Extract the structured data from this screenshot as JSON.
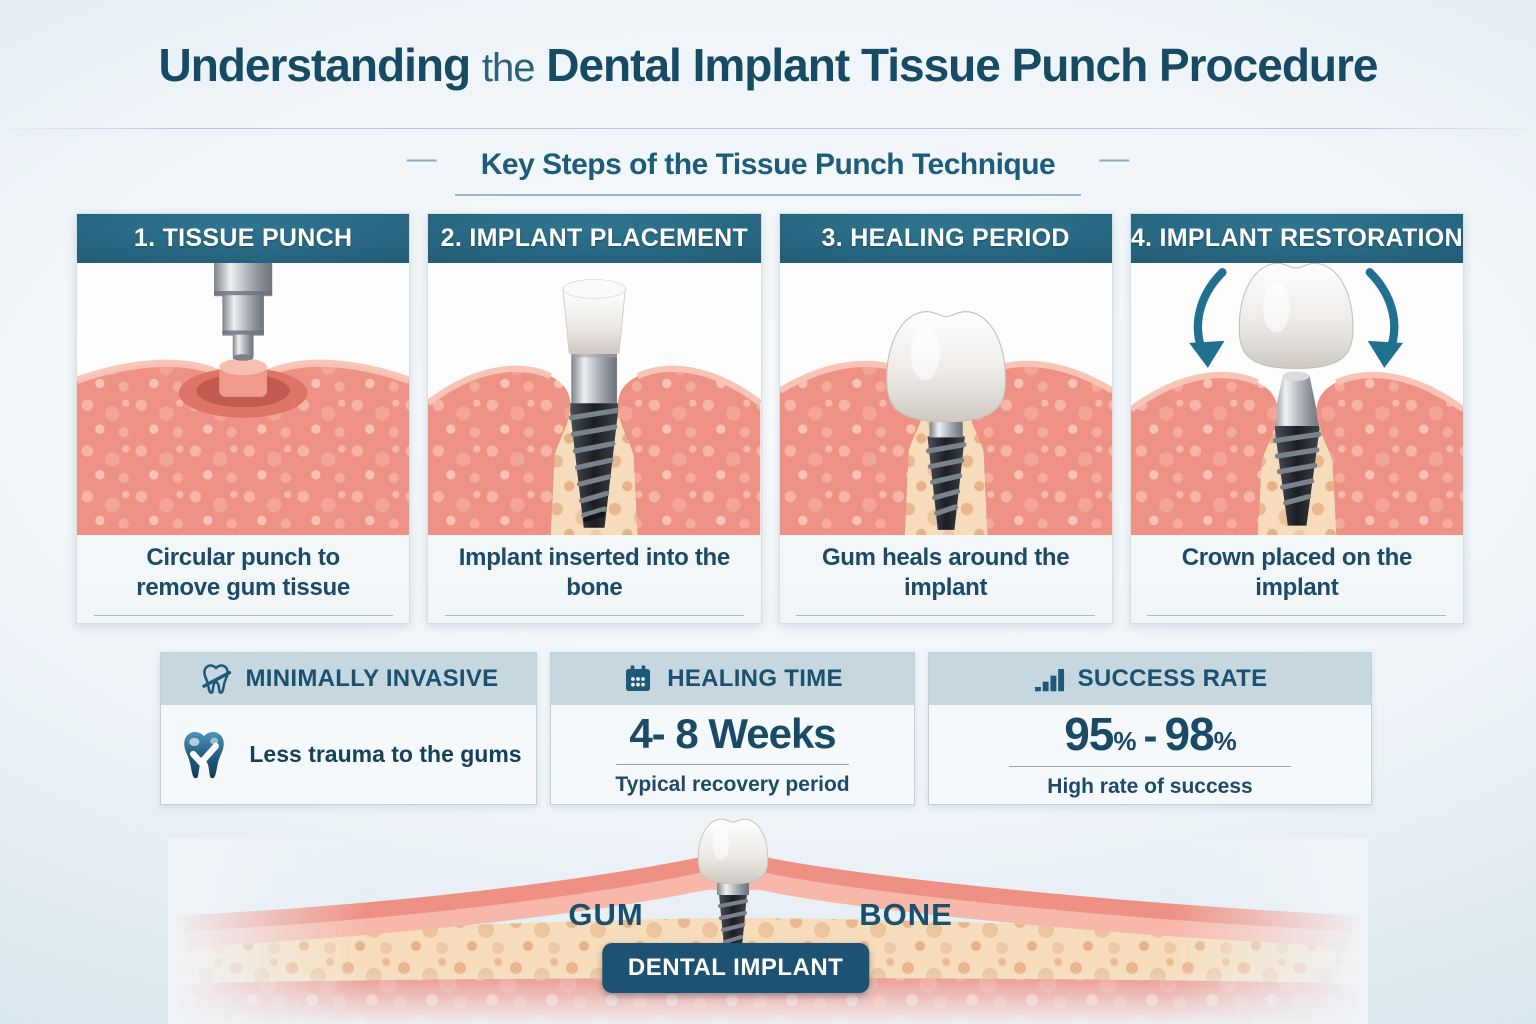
{
  "header": {
    "title_part1": "Understanding",
    "title_part2": "the",
    "title_part3": "Dental Implant Tissue Punch Procedure",
    "dash": "—",
    "subtitle": "Key Steps of the Tissue Punch Technique"
  },
  "steps": [
    {
      "title": "1. TISSUE PUNCH",
      "caption": "Circular punch to remove gum tissue"
    },
    {
      "title": "2. IMPLANT PLACEMENT",
      "caption": "Implant inserted into the bone"
    },
    {
      "title": "3. HEALING PERIOD",
      "caption": "Gum heals around the implant"
    },
    {
      "title": "4. IMPLANT RESTORATION",
      "caption": "Crown placed on the implant"
    }
  ],
  "facts": {
    "minimally_invasive": {
      "title": "MINIMALLY INVASIVE",
      "icon": "tooth-outline-icon",
      "text": "Less trauma to the gums"
    },
    "healing_time": {
      "title": "HEALING TIME",
      "icon": "calendar-icon",
      "value": "4- 8 Weeks",
      "subtext": "Typical recovery period"
    },
    "success_rate": {
      "title": "SUCCESS RATE",
      "icon": "bar-chart-icon",
      "num1": "95",
      "num2": "98",
      "percent": "%",
      "separator": "-",
      "subtext": "High rate of success"
    }
  },
  "diagram": {
    "gum_label": "GUM",
    "bone_label": "BONE",
    "implant_label": "DENTAL IMPLANT"
  },
  "colors": {
    "accent_teal": "#21607b",
    "step_header": "#25607a",
    "fact_header_band": "#c6d7e0",
    "badge": "#1d5272",
    "title_text": "#174a63",
    "gum_pink": "#ef9286",
    "bone_tan": "#f6dcba"
  }
}
